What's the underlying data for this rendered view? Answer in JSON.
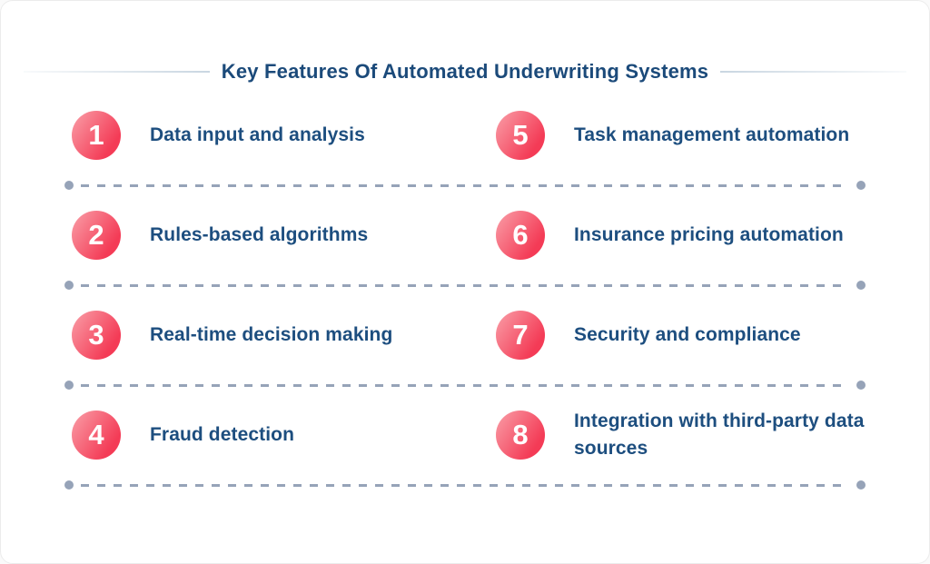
{
  "title": "Key Features Of Automated Underwriting Systems",
  "colors": {
    "background": "#ffffff",
    "title_color": "#1b4a7a",
    "label_color": "#1d4e7f",
    "circle_start": "#f99fa8",
    "circle_end": "#f43b56",
    "sep_color": "#96a3b8",
    "header_line": "#c9d6e1"
  },
  "items": [
    {
      "number": "1",
      "label": "Data input and analysis"
    },
    {
      "number": "2",
      "label": "Rules-based algorithms"
    },
    {
      "number": "3",
      "label": "Real-time decision making"
    },
    {
      "number": "4",
      "label": "Fraud detection"
    },
    {
      "number": "5",
      "label": "Task management automation"
    },
    {
      "number": "6",
      "label": "Insurance pricing automation"
    },
    {
      "number": "7",
      "label": "Security and compliance"
    },
    {
      "number": "8",
      "label": "Integration with third-party data sources"
    }
  ]
}
